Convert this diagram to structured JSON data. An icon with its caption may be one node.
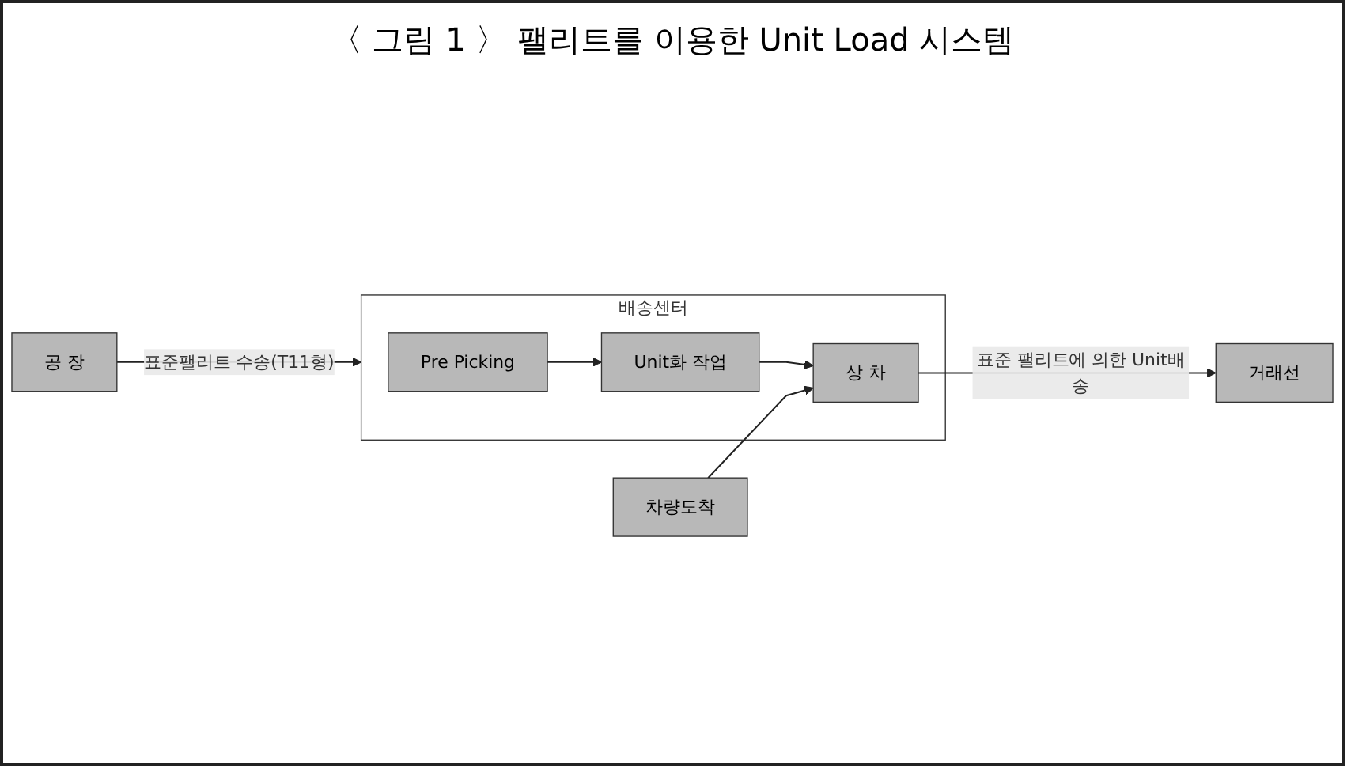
{
  "diagram": {
    "title": "〈 그림 1 〉 팰리트를 이용한 Unit Load 시스템",
    "nodes": [
      {
        "text": [
          "공 장"
        ]
      },
      {
        "text": [
          "배송센터"
        ]
      },
      {
        "text": [
          "Pre Picking"
        ],
        "in": 1
      },
      {
        "text": [
          "Unit화 작업"
        ],
        "in": 1
      },
      {
        "text": [
          "상 차"
        ],
        "in": 1
      },
      {
        "text": [
          "차량도착"
        ]
      },
      {
        "text": [
          "거래선"
        ]
      }
    ],
    "edges": [
      {
        "from": 0,
        "to": 1,
        "arrow": "to",
        "label": "표준팰리트 수송(T11형)"
      },
      {
        "from": 2,
        "to": 3,
        "arrow": "to"
      },
      {
        "from": 3,
        "to": 4,
        "arrow": "to"
      },
      {
        "from": 5,
        "to": 4,
        "arrow": "to"
      },
      {
        "from": 4,
        "to": 6,
        "arrow": "to",
        "label": "표준 팰리트에 의한 Unit배송"
      }
    ]
  }
}
